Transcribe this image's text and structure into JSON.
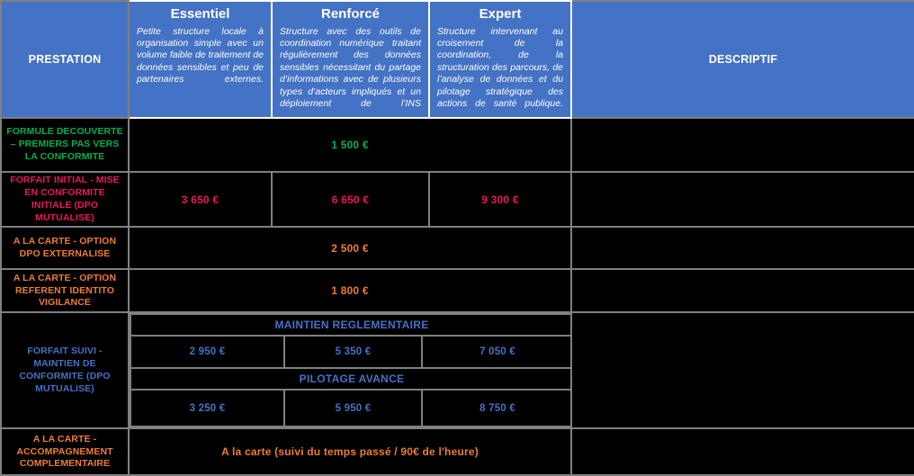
{
  "table": {
    "columns": {
      "prestation": "PRESTATION",
      "descriptif": "DESCRIPTIF"
    },
    "offers": [
      {
        "name": "Essentiel",
        "description": "Petite structure locale à organisation simple avec un volume faible de traitement de données sensibles et peu de partenaires externes."
      },
      {
        "name": "Renforcé",
        "description": "Structure avec des outils de coordination numérique traitant régulièrement des données sensibles nécessitant du partage d’informations avec de plusieurs types d’acteurs impliqués et un déploiement de l’INS"
      },
      {
        "name": "Expert",
        "description": "Structure intervenant au croisement de la coordination, de la structuration des parcours, de l’analyse de données et du pilotage stratégique des actions de santé publique."
      }
    ],
    "rows": [
      {
        "id": "formule-decouverte",
        "label": "FORMULE DECOUVERTE – PREMIERS PAS VERS LA CONFORMITE",
        "color": "#00B050",
        "layout": "merged",
        "merged_value": "1 500 €",
        "descriptif": ""
      },
      {
        "id": "forfait-initial",
        "label": "FORFAIT INITIAL - MISE EN CONFORMITE INITIALE (DPO MUTUALISE)",
        "color": "#E8175D",
        "layout": "split",
        "values": [
          "3 650 €",
          "6 650 €",
          "9 300 €"
        ],
        "descriptif": ""
      },
      {
        "id": "option-dpo-externalise",
        "label": "A LA CARTE - OPTION DPO EXTERNALISE",
        "color": "#ED7D31",
        "layout": "merged",
        "merged_value": "2 500 €",
        "descriptif": ""
      },
      {
        "id": "option-referent-identitovigilance",
        "label": "A LA CARTE - OPTION REFERENT IDENTITO VIGILANCE",
        "color": "#ED7D31",
        "layout": "merged",
        "merged_value": "1 800 €",
        "descriptif": ""
      },
      {
        "id": "forfait-suivi",
        "label": "FORFAIT SUIVI - MAINTIEN DE CONFORMITE (DPO MUTUALISE)",
        "color": "#4472C4",
        "layout": "grouped",
        "groups": [
          {
            "heading": "MAINTIEN REGLEMENTAIRE",
            "values": [
              "2 950 €",
              "5 350 €",
              "7 050 €"
            ]
          },
          {
            "heading": "PILOTAGE AVANCE",
            "values": [
              "3 250 €",
              "5 950 €",
              "8 750 €"
            ]
          }
        ],
        "descriptif": ""
      },
      {
        "id": "accompagnement-complementaire",
        "label": "A LA CARTE - ACCOMPAGNEMENT COMPLEMENTAIRE",
        "color": "#ED7D31",
        "layout": "merged",
        "merged_value": "A la carte (suivi du temps passé / 90€ de l'heure)",
        "descriptif": ""
      }
    ]
  },
  "colors": {
    "header_blue": "#4472C4",
    "grid_gray": "#808080",
    "background": "#000000",
    "green": "#00B050",
    "pink": "#E8175D",
    "orange": "#ED7D31",
    "blue": "#4472C4",
    "white": "#FFFFFF"
  }
}
